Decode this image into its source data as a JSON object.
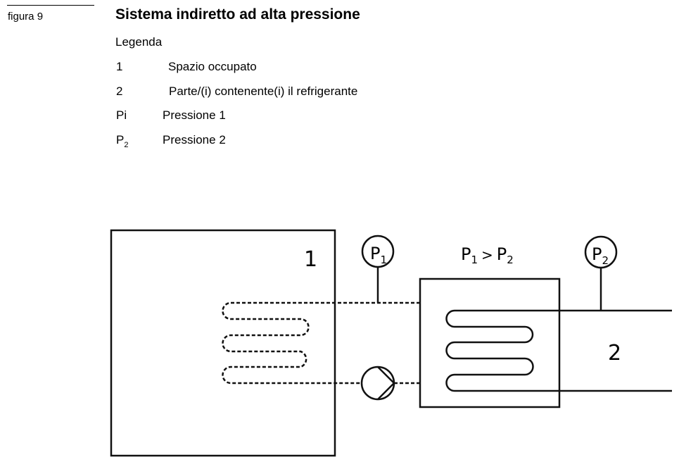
{
  "figure": {
    "label": "figura 9",
    "title": "Sistema indiretto ad alta pressione"
  },
  "legend": {
    "heading": "Legenda",
    "items": [
      {
        "key": "1",
        "key_sub": "",
        "text": "Spazio occupato"
      },
      {
        "key": "2",
        "key_sub": "",
        "text": "Parte/(i) contenente(i) il refrigerante"
      },
      {
        "key": "Pi",
        "key_sub": "",
        "text": "Pressione 1"
      },
      {
        "key": "P",
        "key_sub": "2",
        "text": "Pressione 2"
      }
    ]
  },
  "diagram": {
    "space_label": "1",
    "refrigerant_label": "2",
    "gauge1": {
      "letter": "P",
      "sub": "1"
    },
    "gauge2": {
      "letter": "P",
      "sub": "2"
    },
    "relation": {
      "left": "P",
      "left_sub": "1",
      "op": ">",
      "right": "P",
      "right_sub": "2"
    }
  }
}
